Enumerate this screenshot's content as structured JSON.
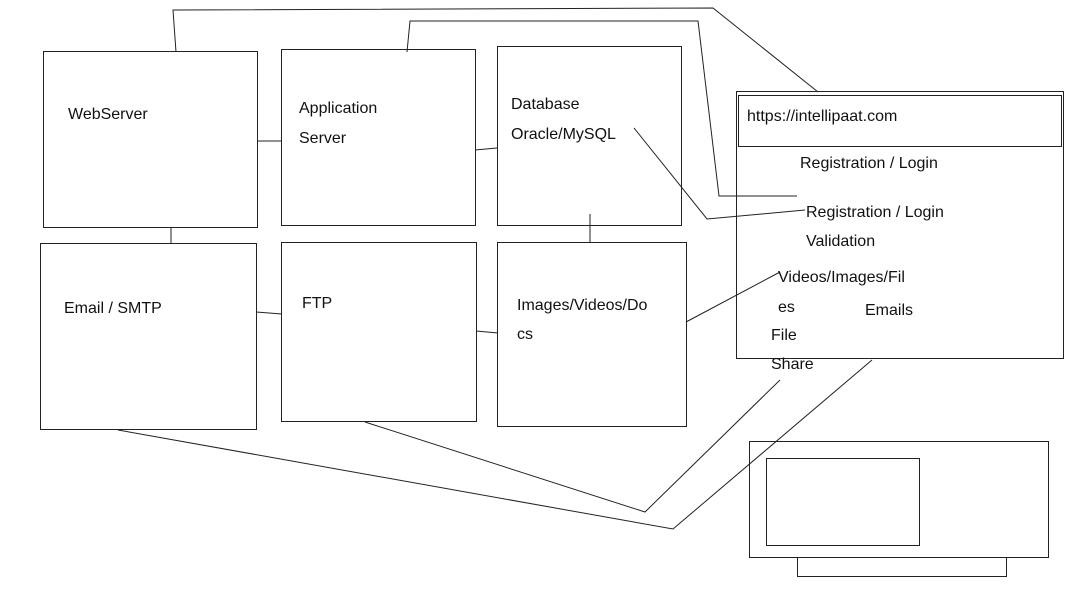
{
  "servers": {
    "webserver": "WebServer",
    "app_line1": "Application",
    "app_line2": "Server",
    "db_line1": "Database",
    "db_line2": "Oracle/MySQL",
    "email": "Email / SMTP",
    "ftp": "FTP",
    "media_line1": "Images/Videos/Do",
    "media_line2": "cs"
  },
  "browser": {
    "url": "https://intellipaat.com",
    "registration": "Registration / Login",
    "validation_line1": "Registration / Login",
    "validation_line2": "Validation",
    "videos_line1": "Videos/Images/Fil",
    "videos_line2": "es",
    "emails": "Emails",
    "fileshare_line1": "File",
    "fileshare_line2": "Share"
  }
}
